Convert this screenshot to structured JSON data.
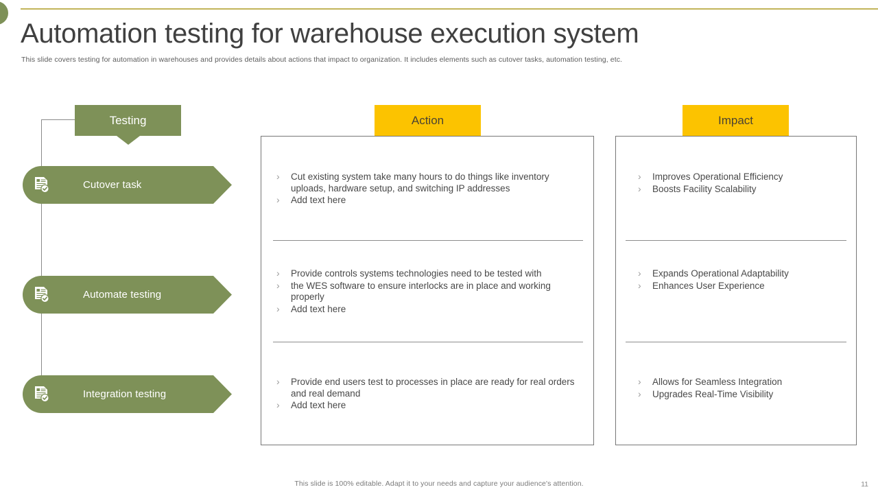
{
  "slide": {
    "title": "Automation testing for warehouse execution system",
    "subtitle": "This slide covers testing for automation in warehouses and provides details about actions that impact to organization. It includes elements such as cutover tasks, automation  testing, etc.",
    "footer_note": "This slide is 100% editable. Adapt it to your needs and capture your audience's attention.",
    "page_number": "11"
  },
  "colors": {
    "green": "#7e9158",
    "yellow": "#fcc300",
    "rule": "#c2b45a",
    "border": "#767676",
    "text": "#484848"
  },
  "columns": {
    "testing": {
      "header": "Testing",
      "steps": [
        {
          "label": "Cutover task",
          "icon": "document-check-icon"
        },
        {
          "label": "Automate testing",
          "icon": "document-check-icon"
        },
        {
          "label": "Integration testing",
          "icon": "document-check-icon"
        }
      ]
    },
    "action": {
      "header": "Action",
      "segments": [
        {
          "bullets": [
            "Cut existing system take many hours to do things like inventory uploads, hardware setup, and switching IP addresses",
            "Add text here"
          ]
        },
        {
          "bullets": [
            "Provide controls systems  technologies need to be tested with",
            "the WES  software to ensure interlocks are in place and working properly",
            "Add text here"
          ]
        },
        {
          "bullets": [
            "Provide end users test to processes in place are ready for real orders and real demand",
            "Add text here"
          ]
        }
      ]
    },
    "impact": {
      "header": "Impact",
      "segments": [
        {
          "bullets": [
            "Improves Operational Efficiency",
            "Boosts Facility Scalability"
          ]
        },
        {
          "bullets": [
            "Expands Operational Adaptability",
            "Enhances User Experience"
          ]
        },
        {
          "bullets": [
            "Allows for Seamless Integration",
            "Upgrades Real-Time Visibility"
          ]
        }
      ]
    }
  }
}
